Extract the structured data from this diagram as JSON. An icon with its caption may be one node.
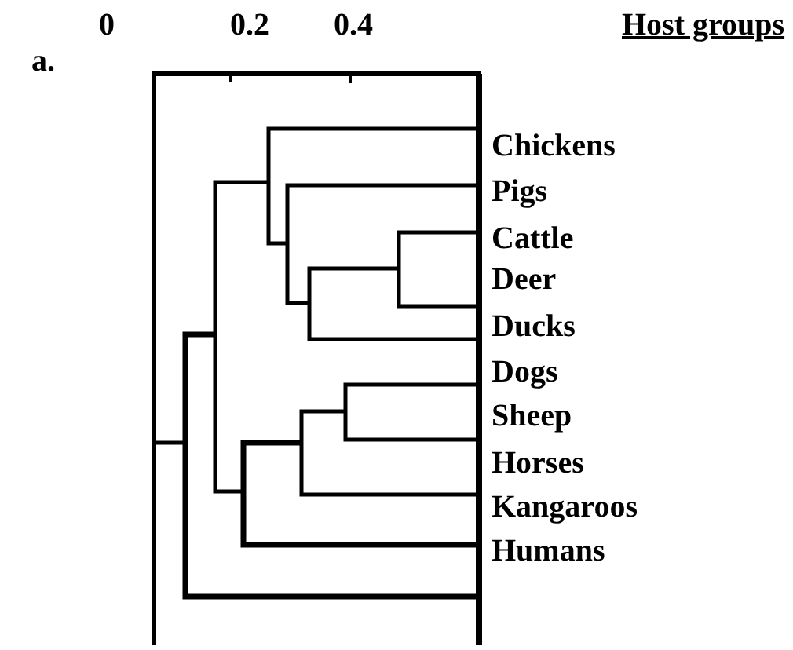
{
  "diagram": {
    "labels": [
      "0",
      "0.2",
      "0.4",
      "Host groups",
      "a.",
      "Chickens",
      "Pigs",
      "Cattle",
      "Deer",
      "Ducks",
      "Dogs",
      "Sheep",
      "Horses",
      "Kangaroos",
      "Humans"
    ]
  }
}
